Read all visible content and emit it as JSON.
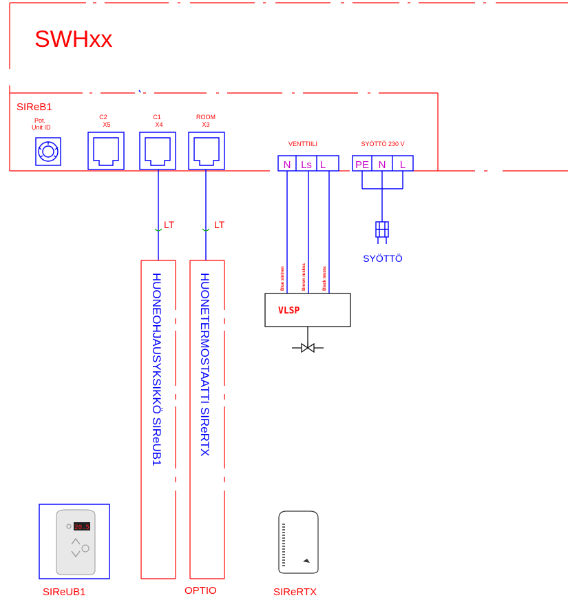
{
  "unit": {
    "title": "SWHxx",
    "board_name": "SIReB1",
    "pot_label_1": "Pot.",
    "pot_label_2": "Unit ID"
  },
  "connectors": {
    "c2": {
      "line1": "C2",
      "line2": "X5"
    },
    "c1": {
      "line1": "C1",
      "line2": "X4"
    },
    "room": {
      "line1": "ROOM",
      "line2": "X3"
    }
  },
  "valve_terminals": {
    "label": "VENTTIILI",
    "pins": [
      "N",
      "Ls",
      "L"
    ]
  },
  "supply_terminals": {
    "label": "SYÖTTÖ 230 V",
    "pins": [
      "PE",
      "N",
      "L"
    ]
  },
  "cables": {
    "left_label": "LT",
    "right_label": "LT"
  },
  "wire_labels": [
    "Blue sininen",
    "Brown ruskea",
    "Black musta"
  ],
  "valve_box": {
    "label": "VLSP"
  },
  "supply_plug": {
    "label": "SYÖTTÖ"
  },
  "devices": {
    "room_control_text": "HUONEOHJAUSYKSIKKÖ SIReUB1",
    "room_thermostat_text": "HUONETERMOSTAATTI SIReRTX",
    "sireub1_caption": "SIReUB1",
    "optio_caption": "OPTIO",
    "sirertx_caption": "SIReRTX",
    "display_value": "20.5"
  },
  "colors": {
    "frame": "#ff0000",
    "wiring": "#0000ff",
    "terminal_text": "#cc00cc"
  }
}
